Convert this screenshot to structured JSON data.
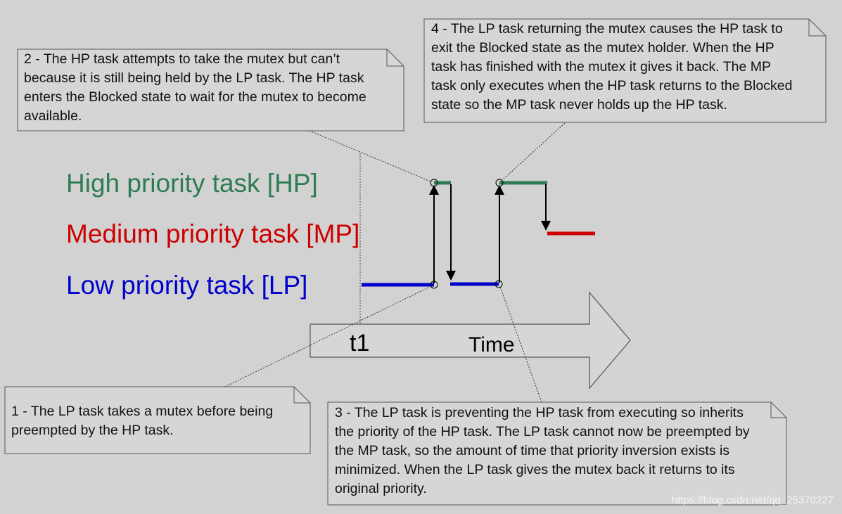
{
  "colors": {
    "background": "#d2d2d2",
    "high": "#2e7d52",
    "medium": "#cc0000",
    "low": "#0000cc",
    "box_fill": "#d6d6d6",
    "arrow": "#000000"
  },
  "priority_labels": {
    "high": "High priority task [HP]",
    "medium": "Medium priority task [MP]",
    "low": "Low priority task [LP]"
  },
  "axis": {
    "label": "Time",
    "marker": "t1"
  },
  "notes": {
    "note1": {
      "lines": [
        "1 - The LP task takes a mutex before being",
        "preempted by the HP task."
      ]
    },
    "note2": {
      "lines": [
        "2 - The HP task attempts to take the mutex but can’t",
        "because it is still being held by the LP task.  The HP task",
        "enters the Blocked state to wait for the mutex to become",
        "available."
      ]
    },
    "note3": {
      "lines": [
        "3 - The LP task is preventing the HP task from executing so inherits",
        "the priority of the HP task.  The LP task cannot now be preempted by",
        "the MP task, so the amount of time that priority inversion exists is",
        "minimized.  When the LP task gives the mutex back it returns to its",
        "original priority."
      ]
    },
    "note4": {
      "lines": [
        "4 - The LP task returning the mutex causes the HP task to",
        "exit the Blocked state as the mutex holder.  When the HP",
        "task has finished with the mutex it gives it back.  The MP",
        "task only executes when the HP task returns to the Blocked",
        "state so the MP task never holds up the HP task."
      ]
    }
  },
  "watermark": "https://blog.csdn.net/qq_25370227"
}
